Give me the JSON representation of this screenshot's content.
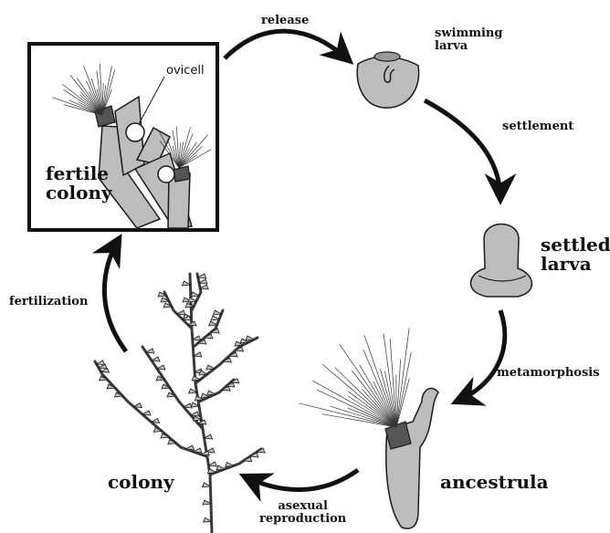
{
  "labels": {
    "release": "release",
    "swimming_larva": [
      "swimming",
      "larva"
    ],
    "settlement": "settlement",
    "settled_larva": [
      "settled",
      "larva"
    ],
    "metamorphosis": "metamorphosis",
    "ancestrula": "ancestrula",
    "asexual_reproduction": [
      "asexual",
      "reproduction"
    ],
    "colony": "colony",
    "fertilization": "fertilization",
    "fertile_colony": [
      "fertile",
      "colony"
    ],
    "ovicell": "ovicell"
  },
  "colors": {
    "body_fill": "#bdbdbd",
    "outline": "#1a1a1a",
    "arrow": "#111111",
    "operculum": "#555555"
  }
}
